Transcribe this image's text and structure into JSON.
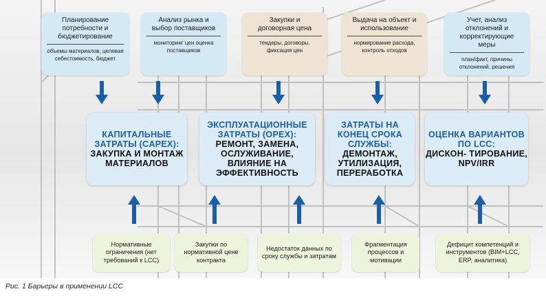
{
  "colors": {
    "top_blue": "#d4e9f6",
    "top_beige": "#efe3d3",
    "mid_box": "#dcecf7",
    "mid_title": "#1a5ea8",
    "bottom_green": "#eef4dc",
    "arrow": "#1a5ea8"
  },
  "top_boxes": [
    {
      "title": "Планирование потребности и бюджетирование",
      "subtitle": "объемы материалов, целевая себестоимость, бюджет"
    },
    {
      "title": "Анализ рынка и выбор поставщиков",
      "subtitle": "мониторинг цен оценка поставщиков"
    },
    {
      "title": "Закупки и договорная цена",
      "subtitle": "тендеры, договоры, фиксация цен"
    },
    {
      "title": "Выдача на объект и использование",
      "subtitle": "нормирование расхода, контроль отходов"
    },
    {
      "title": "Учет, анализ отклонений и корректирующие меры",
      "subtitle": "план/факт, причины отклонений, решения"
    }
  ],
  "cost_boxes": [
    {
      "heading": "КАПИТАЛЬНЫЕ ЗАТРАТЫ (CAPEX):",
      "body": "ЗАКУПКА И МОНТАЖ МАТЕРИАЛОВ"
    },
    {
      "heading": "ЭКСПЛУАТАЦИОННЫЕ ЗАТРАТЫ (OPEX):",
      "body": "РЕМОНТ, ЗАМЕНА, ОСЛУЖИВАНИЕ, ВЛИЯНИЕ НА ЭФФЕКТИВНОСТЬ"
    },
    {
      "heading": "ЗАТРАТЫ НА КОНЕЦ СРОКА СЛУЖБЫ:",
      "body": "ДЕМОНТАЖ, УТИЛИЗАЦИЯ, ПЕРЕРАБОТКА"
    },
    {
      "heading": "ОЦЕНКА ВАРИАНТОВ ПО LCC:",
      "body": "ДИСКОН- ТИРОВАНИЕ, NPV/IRR"
    }
  ],
  "barriers": [
    "Нормативные ограничения (нет требований к LCC)",
    "Закупки по нормативной цене контракта",
    "Недостаток данных по сроку службы и затратам",
    "Фрагментация процессов и мотивации",
    "Дефицит компетенций и инструментов (BIM+LCC, ERP, аналитика)"
  ],
  "caption": "Рис. 1 Барьеры в применении LCC"
}
